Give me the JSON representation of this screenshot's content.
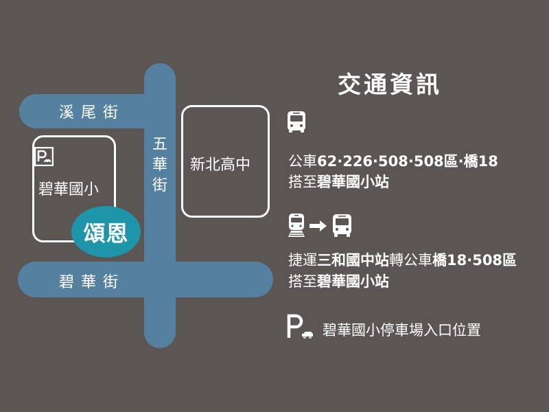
{
  "colors": {
    "background": "#5b5654",
    "road": "#56809f",
    "marker": "#1e95a8",
    "text": "#ffffff"
  },
  "map": {
    "roads": [
      {
        "id": "xiwei-street",
        "label": "溪尾街",
        "orientation": "horizontal"
      },
      {
        "id": "wuhua-street",
        "label": "五華街",
        "orientation": "vertical"
      },
      {
        "id": "bihua-street",
        "label": "碧華街",
        "orientation": "horizontal"
      }
    ],
    "blocks": [
      {
        "id": "bihua-elementary",
        "label": "碧華國小",
        "has_parking": true
      },
      {
        "id": "xinbei-high",
        "label": "新北高中"
      }
    ],
    "marker": {
      "label": "頌恩"
    },
    "parking_icon": "parking-car-icon"
  },
  "info": {
    "title": "交通資訊",
    "sections": [
      {
        "icon": "bus-icon",
        "line1_prefix": "公車",
        "line1_bold": "62·226·508·508區·橋18",
        "line2_prefix": "搭至",
        "line2_bold": "碧華國小站"
      },
      {
        "icon": "train-to-bus-icon",
        "line1_prefix": "捷運",
        "line1_bold1": "三和國中站",
        "line1_mid": "轉公車",
        "line1_bold2": "橋18·508區",
        "line2_prefix": "搭至",
        "line2_bold": "碧華國小站"
      },
      {
        "icon": "parking-car-icon",
        "text": "碧華國小停車場入口位置"
      }
    ]
  }
}
